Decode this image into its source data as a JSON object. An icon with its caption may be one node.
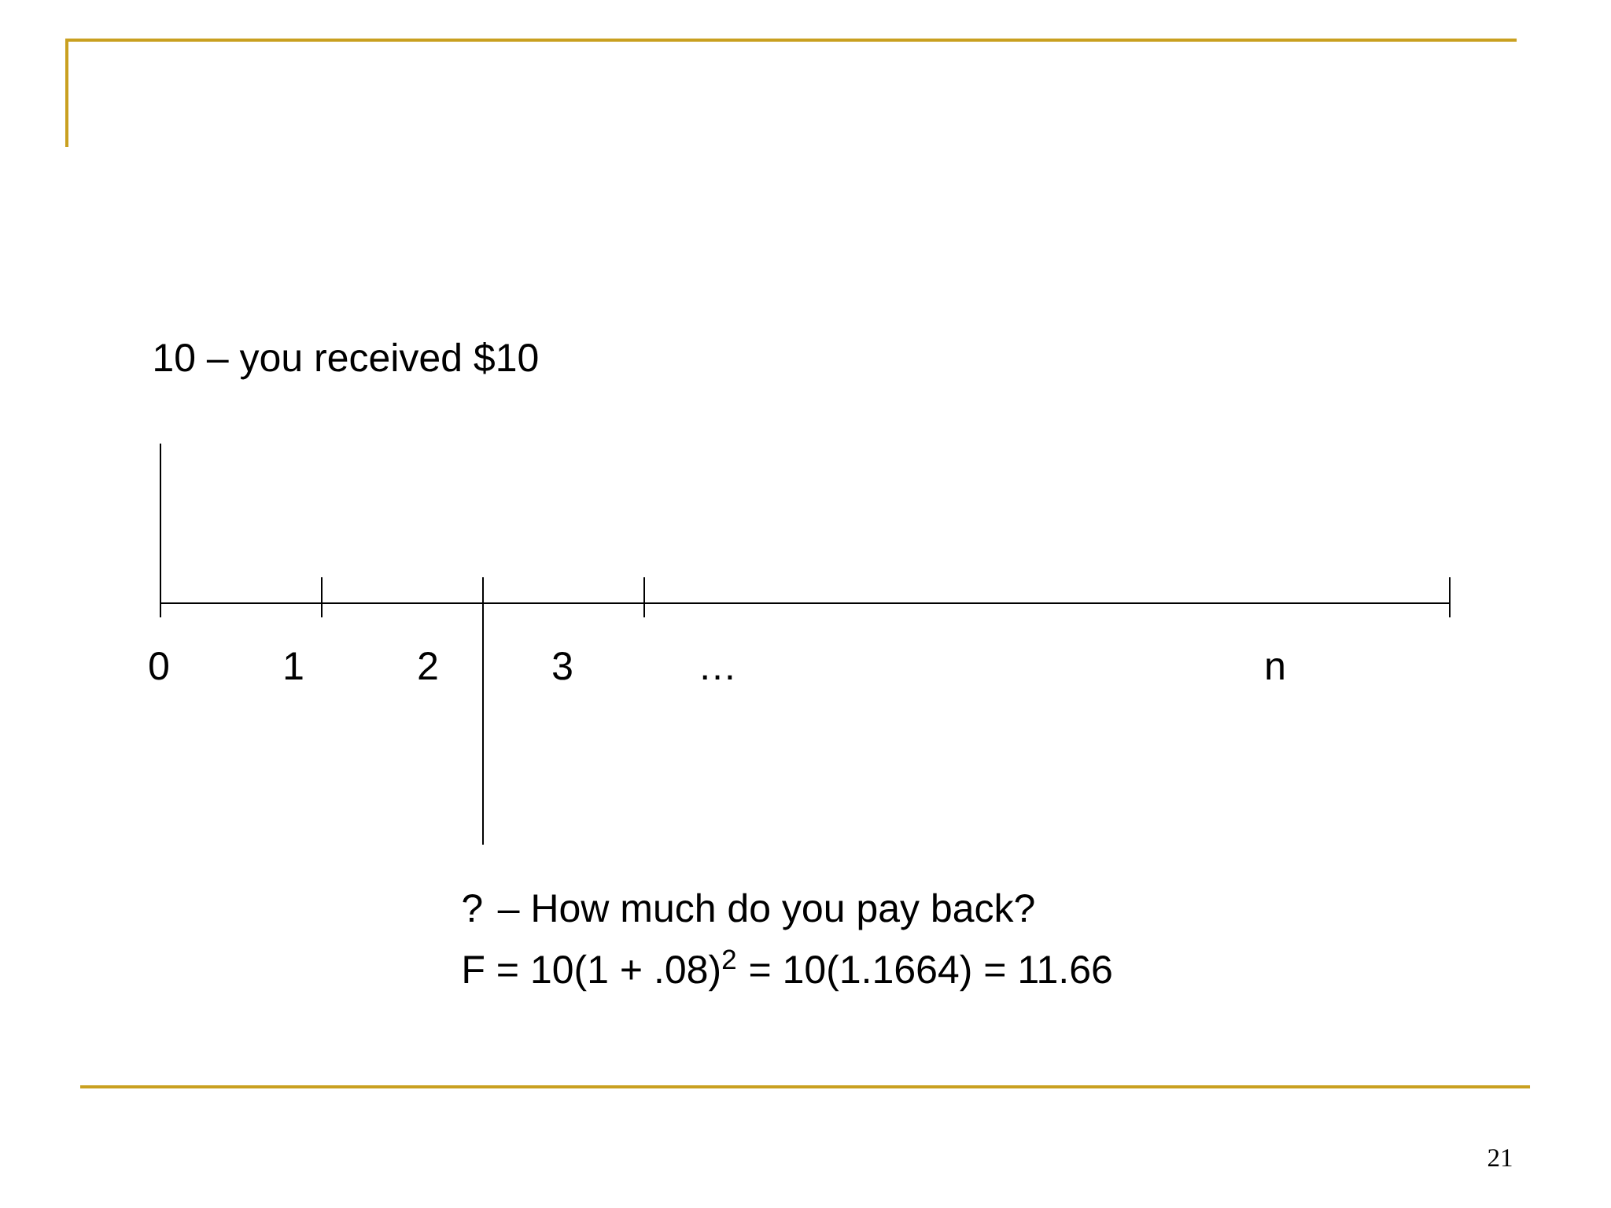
{
  "diagram": {
    "labels": [
      "10 – you received $10",
      "0",
      "1",
      "2",
      "3",
      "…",
      "n",
      "? – How much do you pay back?",
      "F = 10(1 + .08)$^{2}$ = 10(1.1664) = 11.66",
      "21"
    ]
  }
}
